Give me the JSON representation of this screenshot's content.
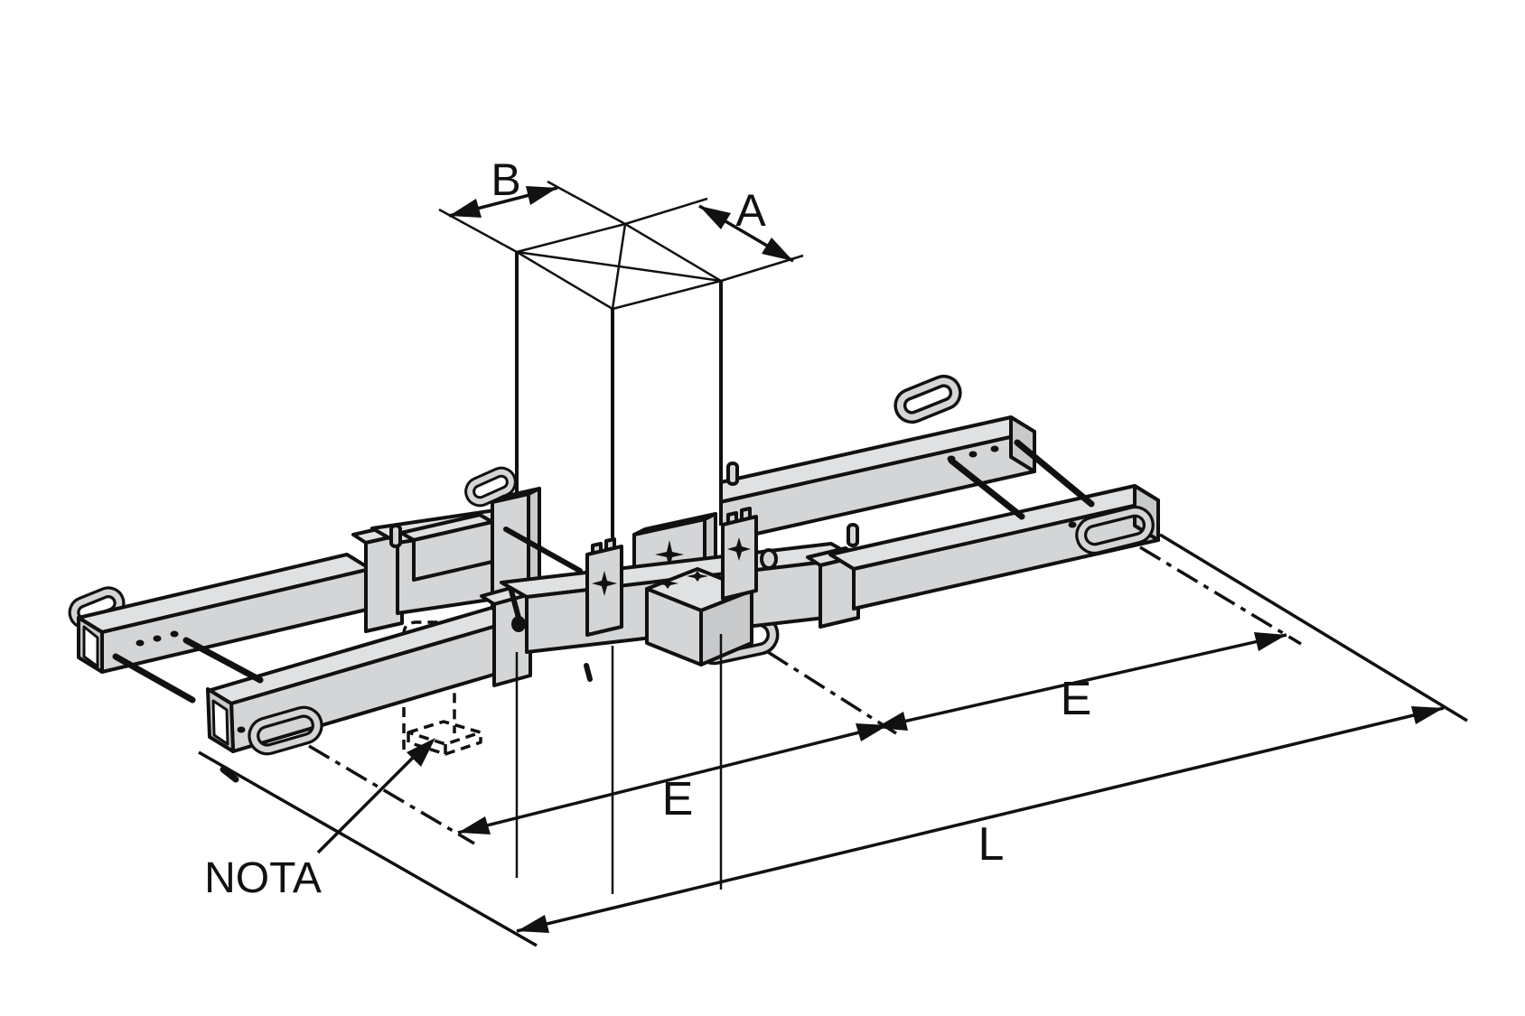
{
  "diagram": {
    "type": "isometric technical drawing",
    "subject": "telescopic column lifting clamp with two beams, lifting eyes, tie rods and hidden clamp shoe",
    "labels": {
      "dim_width": "B",
      "dim_depth": "A",
      "dim_e_left": "E",
      "dim_e_right": "E",
      "dim_length": "L",
      "note": "NOTA"
    },
    "colors": {
      "background": "#ffffff",
      "line": "#111111",
      "part_fill": "#d3d5d7",
      "part_top_fill": "#dfe1e2",
      "part_end_fill": "#c7c9cb",
      "hidden_part_style": "dashed"
    }
  }
}
